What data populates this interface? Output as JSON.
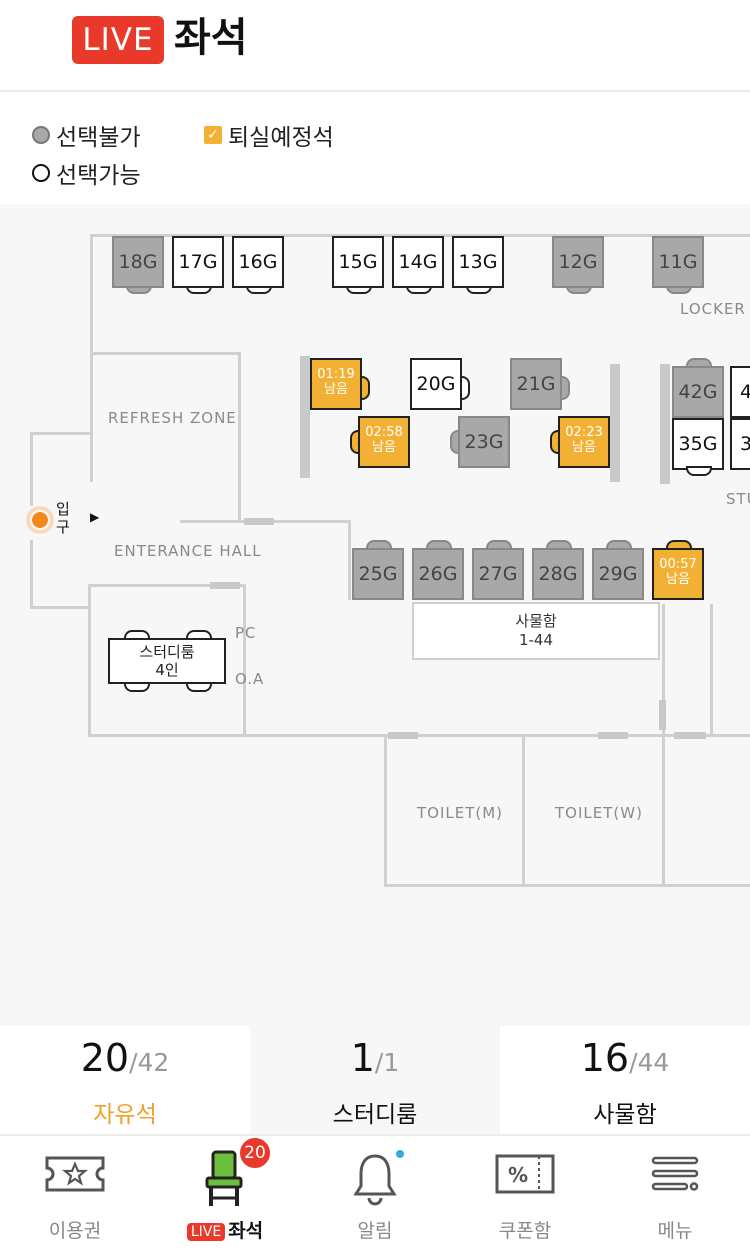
{
  "header": {
    "live_label": "LIVE",
    "title": "좌석"
  },
  "legend": {
    "unavailable": "선택불가",
    "leaving": "퇴실예정석",
    "available": "선택가능"
  },
  "map": {
    "zones": {
      "refresh": "REFRESH ZONE",
      "entrance_hall": "ENTERANCE HALL",
      "locker": "LOCKER",
      "study": "STU",
      "pc": "PC",
      "oa": "O.A",
      "toilet_m": "TOILET(M)",
      "toilet_w": "TOILET(W)",
      "entrance_top": "입",
      "entrance_bottom": "구"
    },
    "seats": {
      "s18": "18G",
      "s17": "17G",
      "s16": "16G",
      "s15": "15G",
      "s14": "14G",
      "s13": "13G",
      "s12": "12G",
      "s11": "11G",
      "s20": "20G",
      "s21": "21G",
      "s23": "23G",
      "s42": "42G",
      "s4x": "4",
      "s35": "35G",
      "s3x": "3",
      "s25": "25G",
      "s26": "26G",
      "s27": "27G",
      "s28": "28G",
      "s29": "29G"
    },
    "occupied": [
      {
        "time": "01:19",
        "remain": "남음"
      },
      {
        "time": "02:58",
        "remain": "남음"
      },
      {
        "time": "02:23",
        "remain": "남음"
      },
      {
        "time": "00:57",
        "remain": "남음"
      }
    ],
    "locker_box": {
      "line1": "사물함",
      "line2": "1-44"
    },
    "study_room": {
      "line1": "스터디룸",
      "line2": "4인"
    }
  },
  "stats": [
    {
      "count": "20",
      "total": "/42",
      "label": "자유석"
    },
    {
      "count": "1",
      "total": "/1",
      "label": "스터디룸"
    },
    {
      "count": "16",
      "total": "/44",
      "label": "사물함"
    }
  ],
  "tabs": {
    "ticket": "이용권",
    "seat_live": "LIVE",
    "seat": "좌석",
    "seat_badge": "20",
    "alarm": "알림",
    "coupon": "쿠폰함",
    "menu": "메뉴",
    "coupon_symbol": "%"
  },
  "colors": {
    "live_red": "#e8392b",
    "occupied_orange": "#f2b134",
    "unavailable_gray": "#a8a8a8"
  }
}
